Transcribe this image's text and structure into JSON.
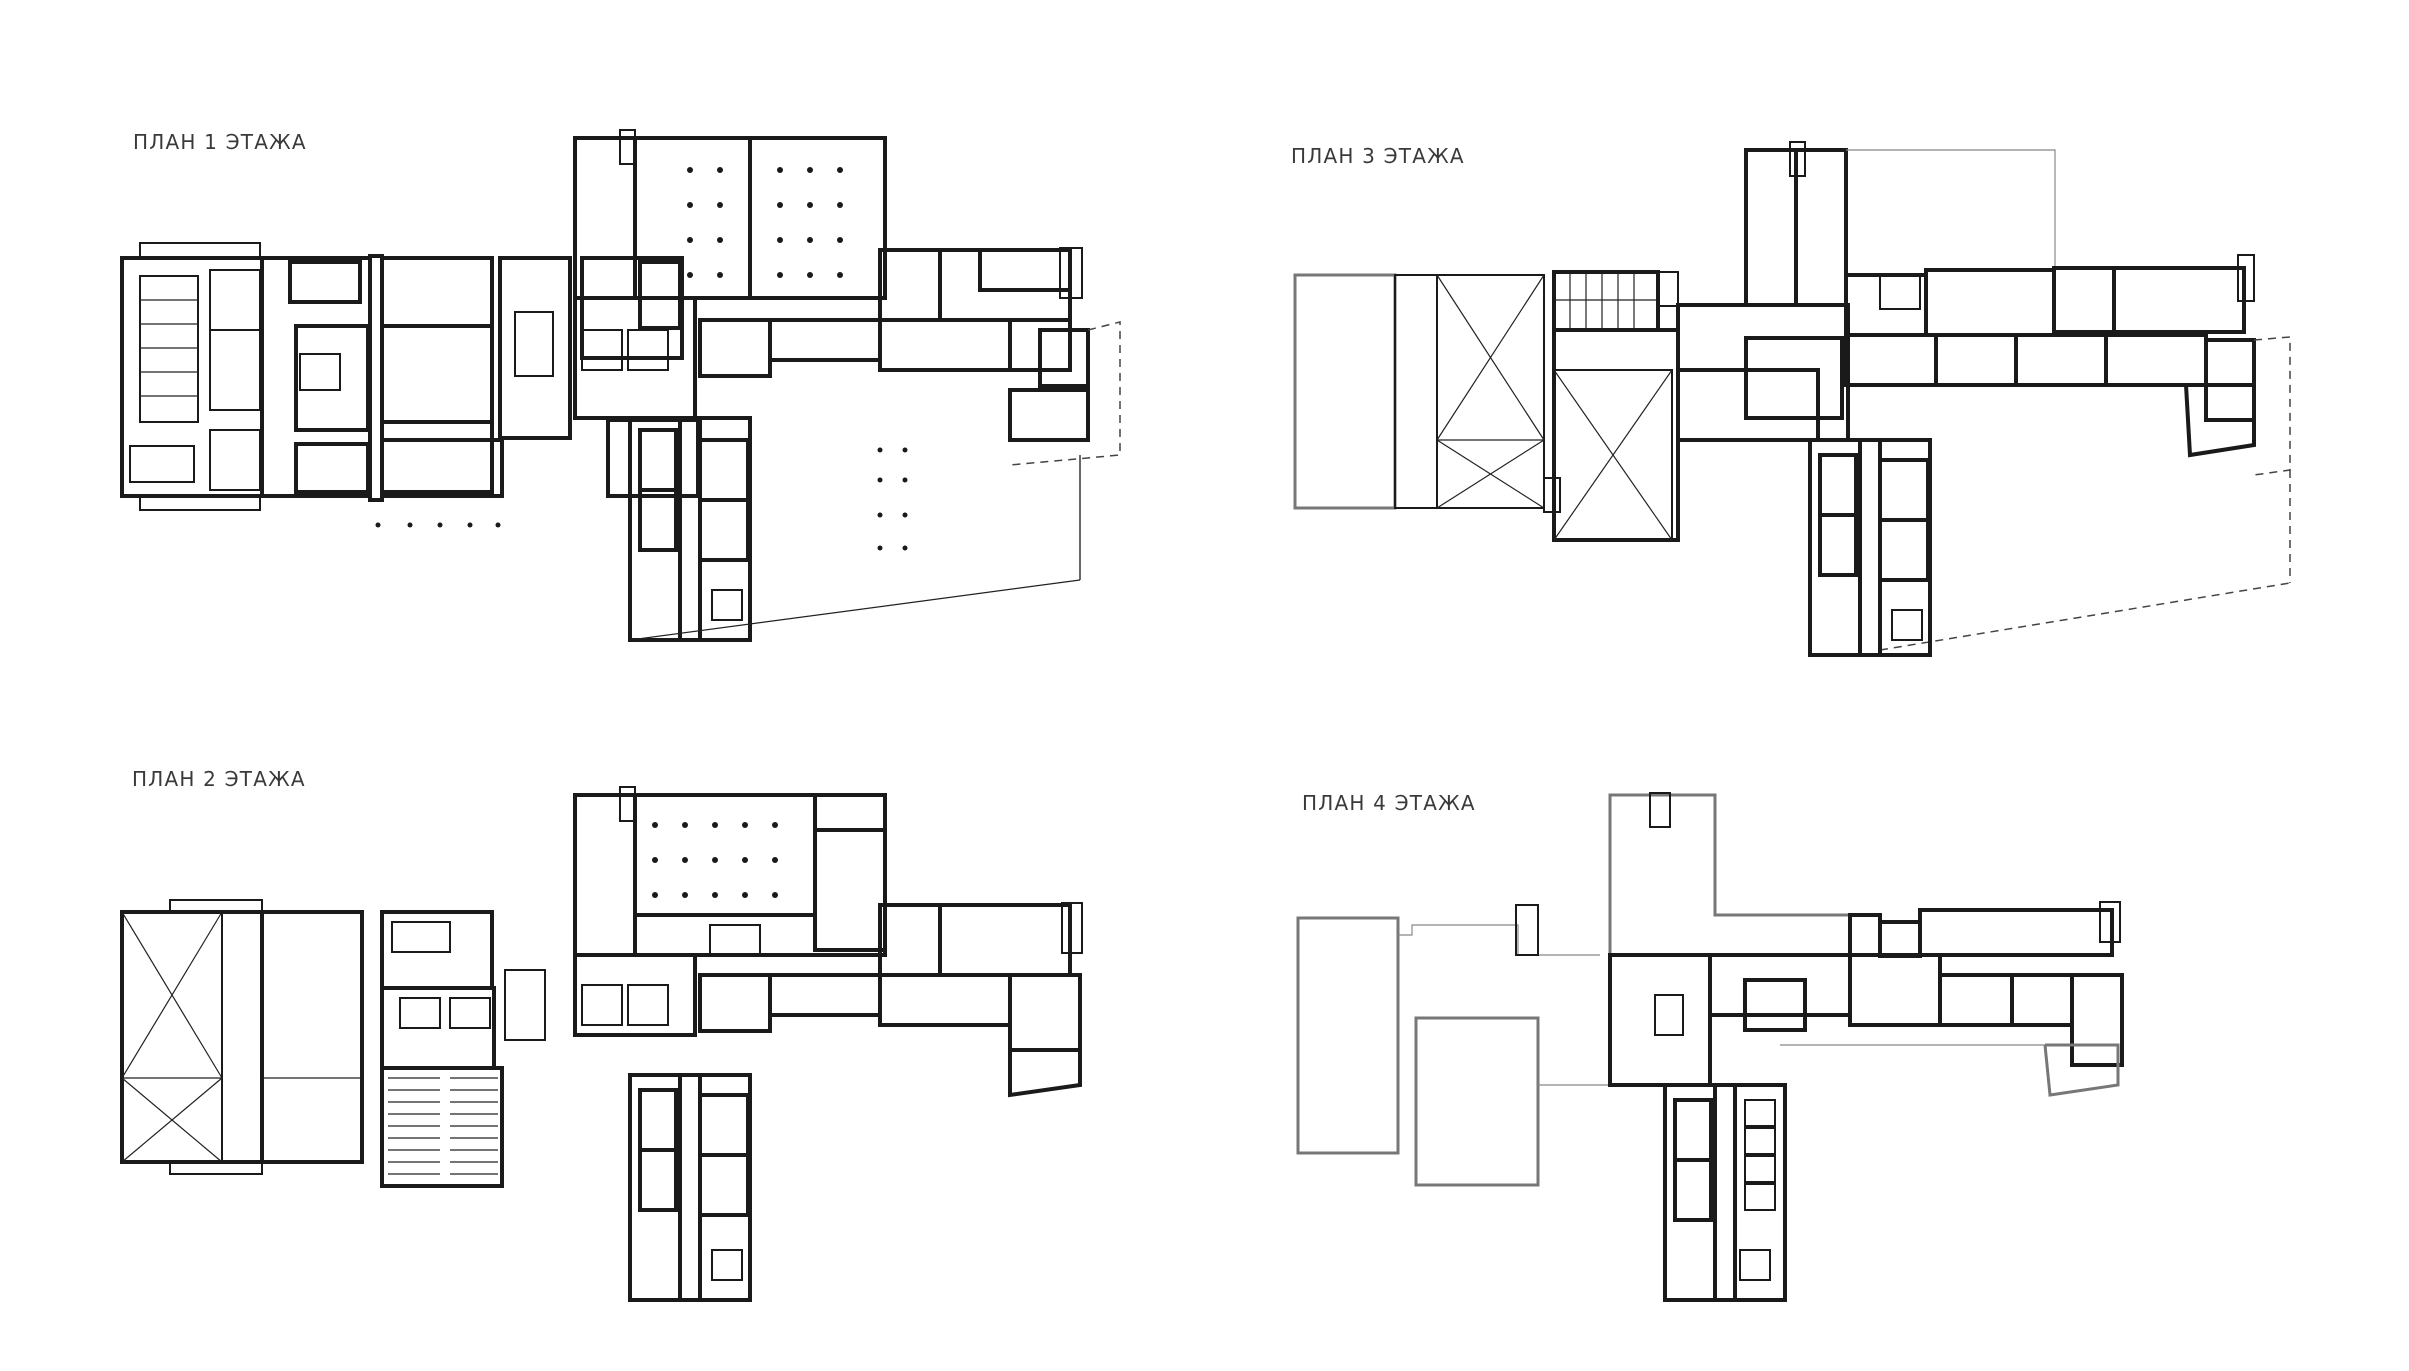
{
  "plans": [
    {
      "id": "floor-1",
      "title": "ПЛАН 1 ЭТАЖА"
    },
    {
      "id": "floor-2",
      "title": "ПЛАН 2 ЭТАЖА"
    },
    {
      "id": "floor-3",
      "title": "ПЛАН 3 ЭТАЖА"
    },
    {
      "id": "floor-4",
      "title": "ПЛАН 4 ЭТАЖА"
    }
  ]
}
